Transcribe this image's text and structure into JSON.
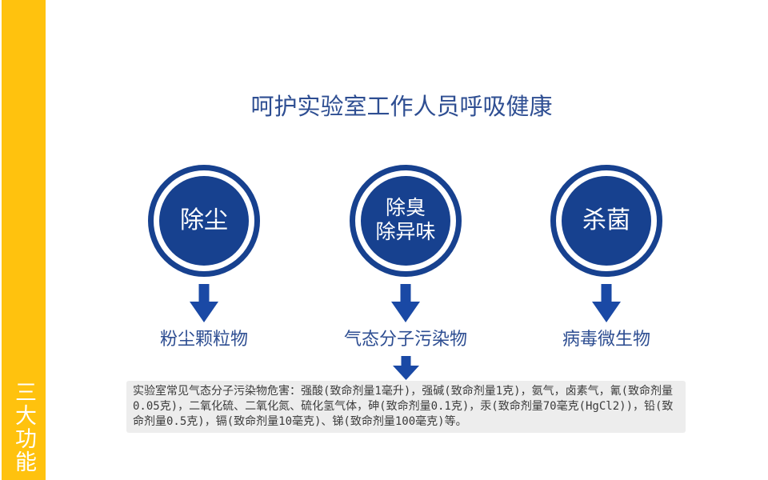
{
  "colors": {
    "sidebar_yellow": "#FFC20E",
    "brand_blue": "#17418F",
    "arrow_blue": "#1A49A5",
    "text_blue": "#2E4E92",
    "infobox_bg": "#EDEDED",
    "infobox_text": "#3B3B3B"
  },
  "sidebar": {
    "vertical_label": "三大功能"
  },
  "header": {
    "title": "呵护实验室工作人员呼吸健康"
  },
  "features": [
    {
      "circle_lines": [
        "除尘"
      ],
      "target_label": "粉尘颗粒物"
    },
    {
      "circle_lines": [
        "除臭",
        "除异味"
      ],
      "target_label": "气态分子污染物"
    },
    {
      "circle_lines": [
        "杀菌"
      ],
      "target_label": "病毒微生物"
    }
  ],
  "infobox": {
    "text": "实验室常见气态分子污染物危害：强酸(致命剂量1毫升)，强碱(致命剂量1克)，氨气，卤素气，氰(致命剂量0.05克)，二氧化硫、二氧化氮、硫化氢气体，砷(致命剂量0.1克)，汞(致命剂量70毫克(HgCl2))，铅(致命剂量0.5克)，镉(致命剂量10毫克)、锑(致命剂量100毫克)等。"
  }
}
